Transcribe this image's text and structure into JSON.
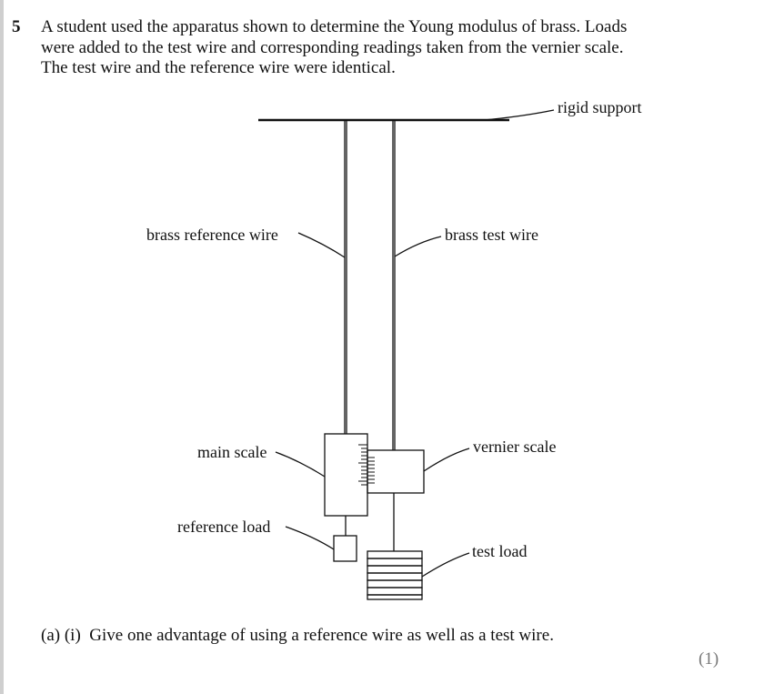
{
  "question": {
    "number": "5",
    "intro_lines": [
      "A student used the apparatus shown to determine the Young modulus of brass. Loads",
      "were added to the test wire and corresponding readings taken from the vernier scale.",
      "The test wire and the reference wire were identical."
    ]
  },
  "diagram": {
    "labels": {
      "rigid_support": "rigid support",
      "reference_wire": "brass reference wire",
      "test_wire": "brass test wire",
      "main_scale": "main scale",
      "vernier_scale": "vernier scale",
      "reference_load": "reference load",
      "test_load": "test load"
    }
  },
  "part_a": {
    "label": "(a) (i)",
    "text": "Give one advantage of using a reference wire as well as a test wire.",
    "marks": "(1)"
  }
}
